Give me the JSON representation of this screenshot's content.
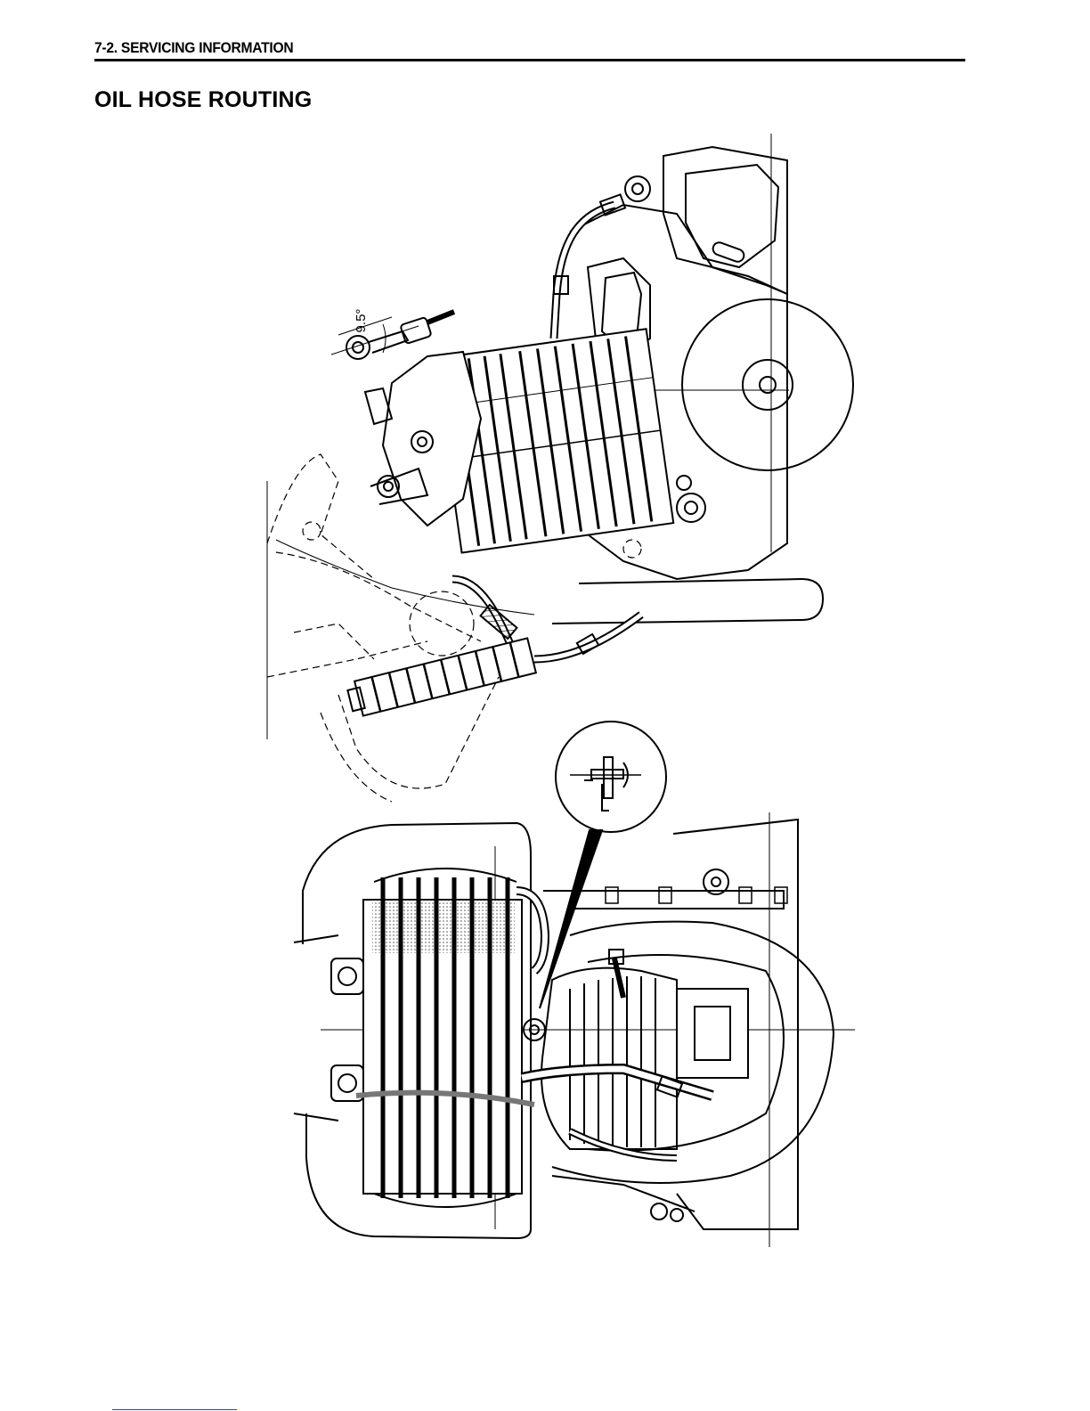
{
  "header": {
    "page_ref": "7-2",
    "section_title": "SERVICING INFORMATION"
  },
  "title": "OIL HOSE ROUTING",
  "figure": {
    "angle_callout": "9.5°"
  }
}
